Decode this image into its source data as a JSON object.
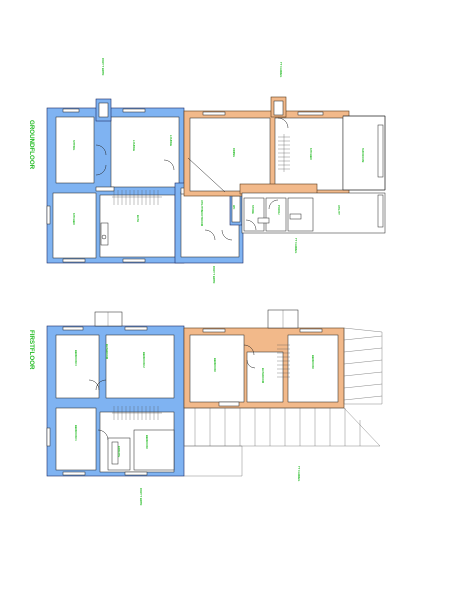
{
  "colors": {
    "wall_old": "#7fb3f2",
    "wall_new": "#f2b98a",
    "label": "#22bb22"
  },
  "ground_floor": {
    "title": "GROUNDFLOOR",
    "pant_top": "PANT Y BRYN",
    "pant_bottom": "PANT Y BRYN",
    "ty_top": "TY CARREG",
    "ty_right": "TY CARREG",
    "rooms": {
      "sitting": "SITTING",
      "lounge": "LOUNGE",
      "kitchen": "KITCHEN",
      "bath": "BATH",
      "utility": "UTILITY/BOOTROOM",
      "wc": "WC",
      "living": "LOUNGE",
      "dining": "DINING",
      "sunroom": "SUN ROOM",
      "kitchen2": "KITCHEN",
      "utility2": "UTILITY",
      "store": "STORE",
      "porch": "PORCH"
    }
  },
  "first_floor": {
    "title": "FIRSTFLOOR",
    "pant_bottom": "PANT Y BRYN",
    "ty_right": "TY CARREG",
    "rooms": {
      "bed1": "BEDROOM 3",
      "bed2": "BEDROOM 2",
      "bed3": "BEDROOM 1",
      "bath": "BATHROOM",
      "ensuite": "ENSUITE",
      "bed4": "BEDROOM",
      "bath2": "BATHROOM",
      "bed5": "BEDROOM"
    }
  }
}
